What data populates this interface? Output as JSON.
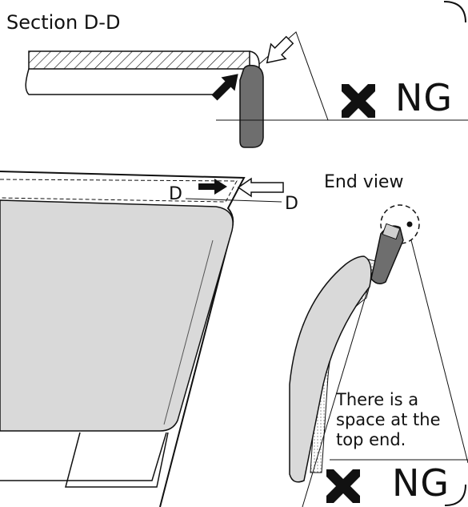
{
  "section_view": {
    "title": "Section D-D",
    "verdict": "NG"
  },
  "overview": {
    "section_marker_left": "D",
    "section_marker_right": "D"
  },
  "end_view": {
    "title": "End view",
    "note_lines": [
      "There is a",
      "space at the",
      "top end."
    ],
    "verdict": "NG"
  },
  "icons": {
    "verdict_mark": "cross-mark-icon",
    "applied_force": "solid-arrow-icon",
    "view_direction": "hollow-arrow-icon"
  },
  "colors": {
    "part_fill": "#d9d9d9",
    "part_dark": "#6e6e6e",
    "line": "#111111"
  }
}
